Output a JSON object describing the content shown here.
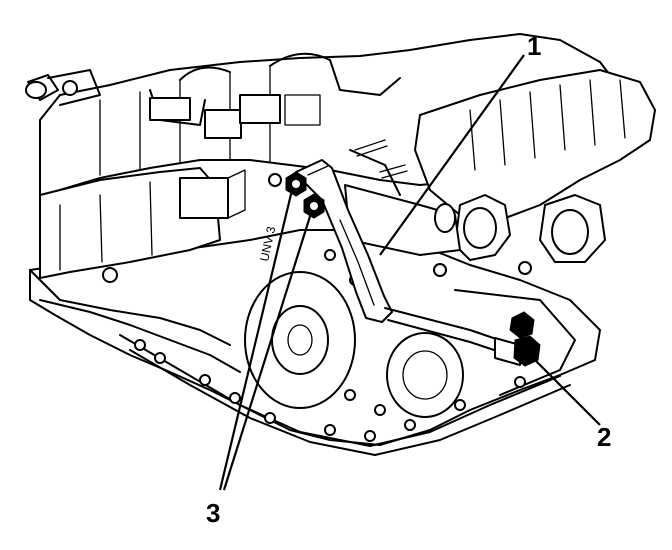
{
  "diagram": {
    "callouts": [
      {
        "id": "1",
        "label": "1"
      },
      {
        "id": "2",
        "label": "2"
      },
      {
        "id": "3",
        "label": "3"
      }
    ],
    "stamp_text": "UNV 3"
  }
}
